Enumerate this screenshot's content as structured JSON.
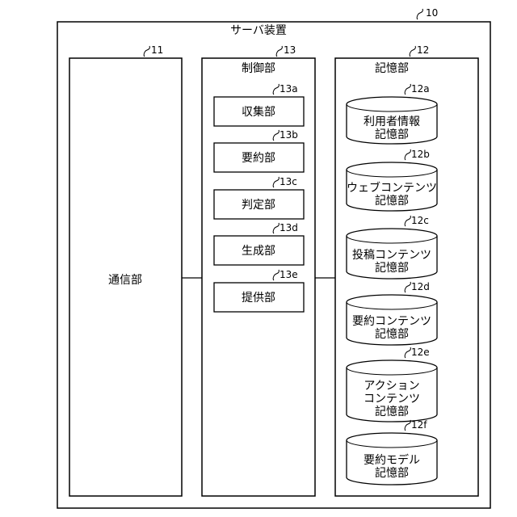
{
  "server": {
    "label": "サーバ装置",
    "ref": "10"
  },
  "comm": {
    "label": "通信部",
    "ref": "11"
  },
  "control": {
    "label": "制御部",
    "ref": "13",
    "units": [
      {
        "label": "収集部",
        "ref": "13a"
      },
      {
        "label": "要約部",
        "ref": "13b"
      },
      {
        "label": "判定部",
        "ref": "13c"
      },
      {
        "label": "生成部",
        "ref": "13d"
      },
      {
        "label": "提供部",
        "ref": "13e"
      }
    ]
  },
  "storage": {
    "label": "記憶部",
    "ref": "12",
    "dbs": [
      {
        "lines": [
          "利用者情報",
          "記憶部"
        ],
        "ref": "12a"
      },
      {
        "lines": [
          "ウェブコンテンツ",
          "記憶部"
        ],
        "ref": "12b"
      },
      {
        "lines": [
          "投稿コンテンツ",
          "記憶部"
        ],
        "ref": "12c"
      },
      {
        "lines": [
          "要約コンテンツ",
          "記憶部"
        ],
        "ref": "12d"
      },
      {
        "lines": [
          "アクション",
          "コンテンツ",
          "記憶部"
        ],
        "ref": "12e"
      },
      {
        "lines": [
          "要約モデル",
          "記憶部"
        ],
        "ref": "12f"
      }
    ]
  }
}
